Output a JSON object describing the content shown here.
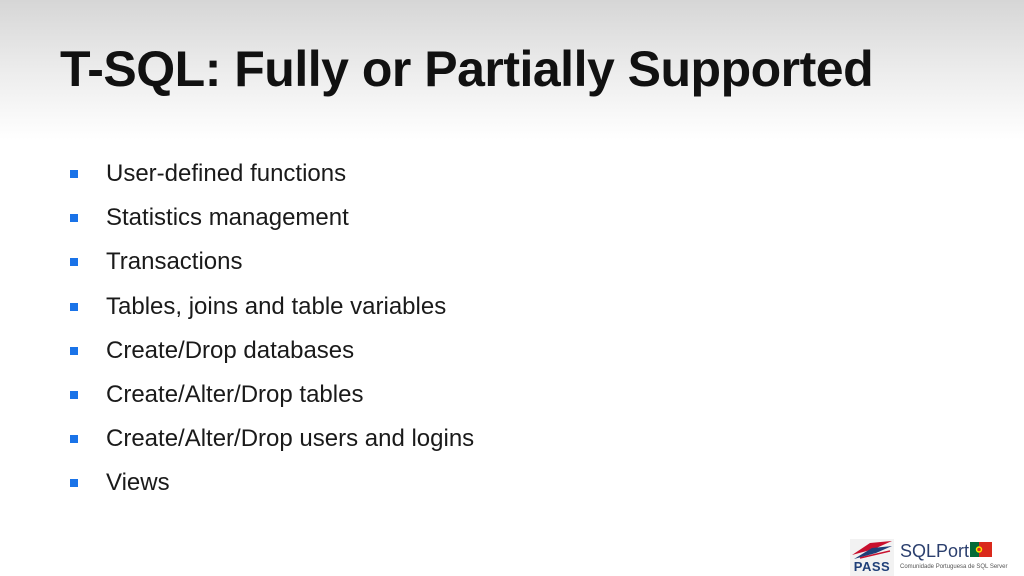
{
  "slide": {
    "title": "T-SQL: Fully or Partially Supported",
    "bullets": [
      {
        "text": "User-defined functions"
      },
      {
        "text": "Statistics management"
      },
      {
        "text": "Transactions"
      },
      {
        "text": "Tables, joins and table variables"
      },
      {
        "text": "Create/Drop databases"
      },
      {
        "text": "Create/Alter/Drop tables"
      },
      {
        "text": "Create/Alter/Drop users and logins"
      },
      {
        "text": "Views"
      }
    ]
  },
  "footer": {
    "pass_label": "PASS",
    "brand": "SQLPort",
    "tagline": "Comunidade Portuguesa de SQL Server"
  },
  "colors": {
    "bullet": "#1a73e8",
    "title": "#111111"
  },
  "icons": {
    "bullet": "square-bullet-icon",
    "pass_logo": "pass-logo-icon",
    "flag": "portugal-flag-icon"
  }
}
